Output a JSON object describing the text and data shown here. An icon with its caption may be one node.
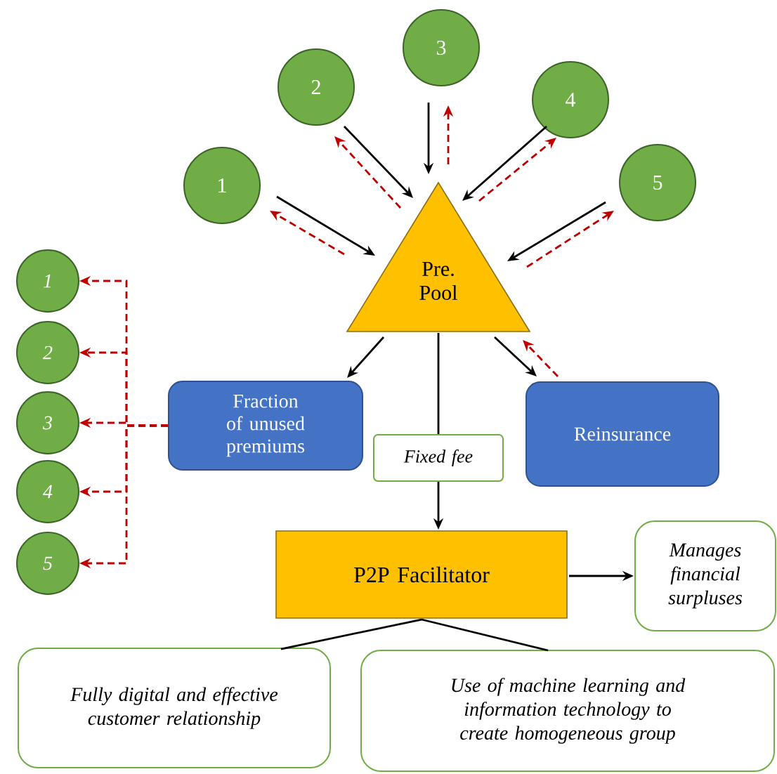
{
  "diagram": {
    "nodes": [
      {
        "text": [
          "1"
        ]
      },
      {
        "text": [
          "2"
        ]
      },
      {
        "text": [
          "3"
        ]
      },
      {
        "text": [
          "4"
        ]
      },
      {
        "text": [
          "5"
        ]
      },
      {
        "text": [
          "Pre. Pool"
        ]
      },
      {
        "text": [
          "1"
        ]
      },
      {
        "text": [
          "2"
        ]
      },
      {
        "text": [
          "3"
        ]
      },
      {
        "text": [
          "4"
        ]
      },
      {
        "text": [
          "5"
        ]
      },
      {
        "text": [
          "Fraction of unused premiums"
        ]
      },
      {
        "text": [
          "Reinsurance"
        ]
      },
      {
        "text": [
          "Fixed fee"
        ]
      },
      {
        "text": [
          "P2P Facilitator"
        ]
      },
      {
        "text": [
          "Manages financial surpluses"
        ]
      },
      {
        "text": [
          "Fully digital and effective customer relationship"
        ]
      },
      {
        "text": [
          "Use of machine learning and information technology to create homogeneous group"
        ]
      }
    ],
    "edges": [
      {
        "from": 0,
        "to": 5,
        "arrow": "to"
      },
      {
        "from": 5,
        "to": 0,
        "arrow": "to",
        "style": "dashed",
        "color": "#c00000"
      },
      {
        "from": 1,
        "to": 5,
        "arrow": "to"
      },
      {
        "from": 5,
        "to": 1,
        "arrow": "to",
        "style": "dashed",
        "color": "#c00000"
      },
      {
        "from": 2,
        "to": 5,
        "arrow": "to"
      },
      {
        "from": 5,
        "to": 2,
        "arrow": "to",
        "style": "dashed",
        "color": "#c00000"
      },
      {
        "from": 3,
        "to": 5,
        "arrow": "to"
      },
      {
        "from": 5,
        "to": 3,
        "arrow": "to",
        "style": "dashed",
        "color": "#c00000"
      },
      {
        "from": 4,
        "to": 5,
        "arrow": "to"
      },
      {
        "from": 5,
        "to": 4,
        "arrow": "to",
        "style": "dashed",
        "color": "#c00000"
      },
      {
        "from": 5,
        "to": 11,
        "arrow": "to"
      },
      {
        "from": 5,
        "to": 12,
        "arrow": "to"
      },
      {
        "from": 12,
        "to": 5,
        "arrow": "to",
        "style": "dashed",
        "color": "#c00000"
      },
      {
        "from": 5,
        "to": 13,
        "arrow": "none"
      },
      {
        "from": 13,
        "to": 14,
        "arrow": "to"
      },
      {
        "from": 14,
        "to": 15,
        "arrow": "to"
      },
      {
        "from": 14,
        "to": 16,
        "arrow": "none"
      },
      {
        "from": 14,
        "to": 17,
        "arrow": "none"
      },
      {
        "from": 11,
        "to": 6,
        "arrow": "to",
        "style": "dashed",
        "color": "#c00000"
      },
      {
        "from": 11,
        "to": 7,
        "arrow": "to",
        "style": "dashed",
        "color": "#c00000"
      },
      {
        "from": 11,
        "to": 8,
        "arrow": "to",
        "style": "dashed",
        "color": "#c00000"
      },
      {
        "from": 11,
        "to": 9,
        "arrow": "to",
        "style": "dashed",
        "color": "#c00000"
      },
      {
        "from": 11,
        "to": 10,
        "arrow": "to",
        "style": "dashed",
        "color": "#c00000"
      }
    ]
  }
}
